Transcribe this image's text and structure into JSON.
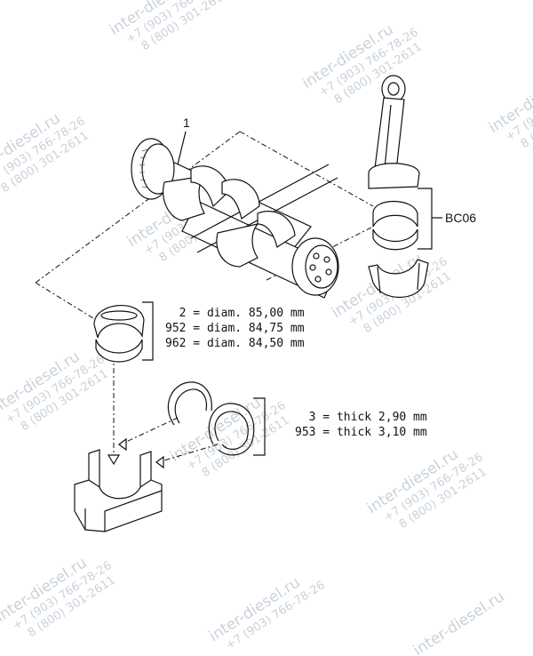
{
  "callouts": {
    "crankshaft_ref": "1",
    "conrod_bearing_ref": "BC06"
  },
  "main_bearing_sizes": [
    {
      "code": "2",
      "text": "  2 = diam. 85,00 mm"
    },
    {
      "code": "952",
      "text": "952 = diam. 84,75 mm"
    },
    {
      "code": "962",
      "text": "962 = diam. 84,50 mm"
    }
  ],
  "thrust_washer_sizes": [
    {
      "code": "3",
      "text": "  3 = thick 2,90 mm"
    },
    {
      "code": "953",
      "text": "953 = thick 3,10 mm"
    }
  ],
  "watermark": {
    "url": "inter-diesel.ru",
    "phone_1": "+7 (903) 766-78-26",
    "phone_2": "8 (800) 301-2611"
  }
}
